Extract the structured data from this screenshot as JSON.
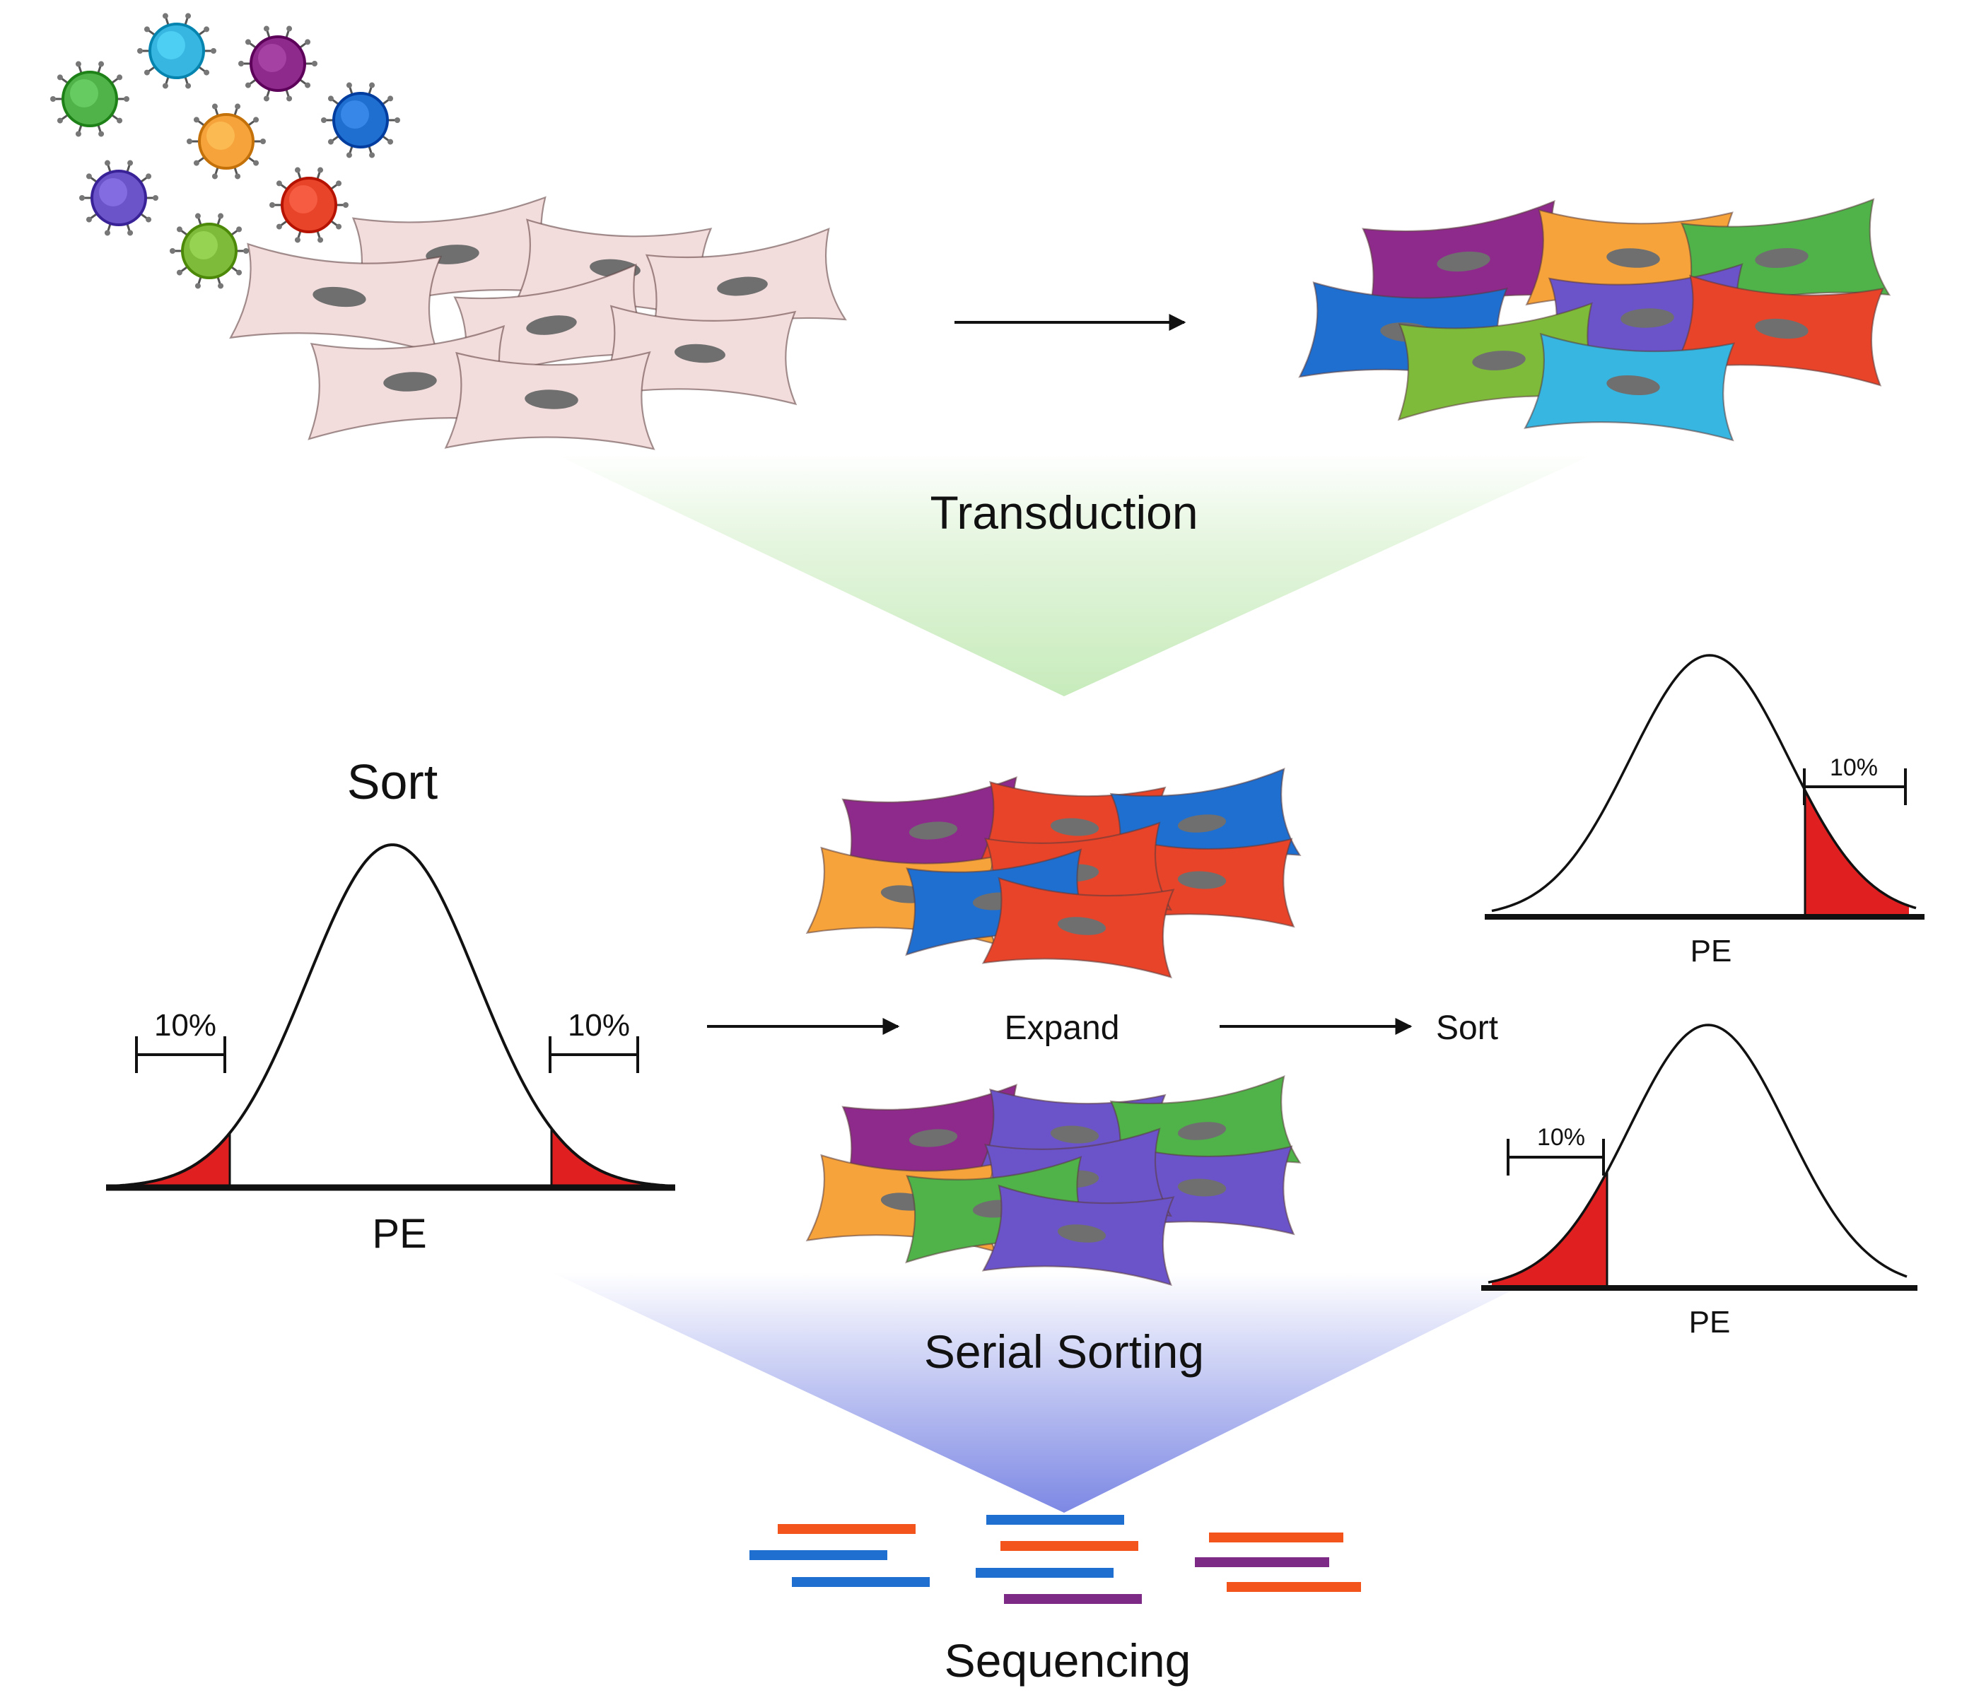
{
  "labels": {
    "transduction": "Transduction",
    "serial_sorting": "Serial Sorting",
    "sequencing": "Sequencing",
    "sort_title": "Sort",
    "expand": "Expand",
    "sort_step": "Sort"
  },
  "histograms": {
    "main": {
      "axis_label": "PE",
      "left_bracket": "10%",
      "right_bracket": "10%"
    },
    "top_right": {
      "axis_label": "PE",
      "bracket": "10%"
    },
    "bottom_right": {
      "axis_label": "PE",
      "bracket": "10%"
    }
  },
  "colors": {
    "untransduced_cell": "#f3dcdc",
    "nucleus": "#6f6f6f",
    "tail_fill": "#e02020",
    "green_band": "#cdeec2",
    "blue_band": "#8b95e8",
    "read_orange": "#f2541b",
    "read_blue": "#1f6fd0",
    "read_purple": "#7d2a86",
    "cell_palette": [
      "#8e2a8c",
      "#f5a33a",
      "#4fb34a",
      "#1f6fd0",
      "#7fbb3a",
      "#6b54c9",
      "#e8442a",
      "#36b6e0"
    ]
  },
  "icons": {
    "virus": "virus-particle-icon",
    "arrow": "right-arrow-icon"
  }
}
